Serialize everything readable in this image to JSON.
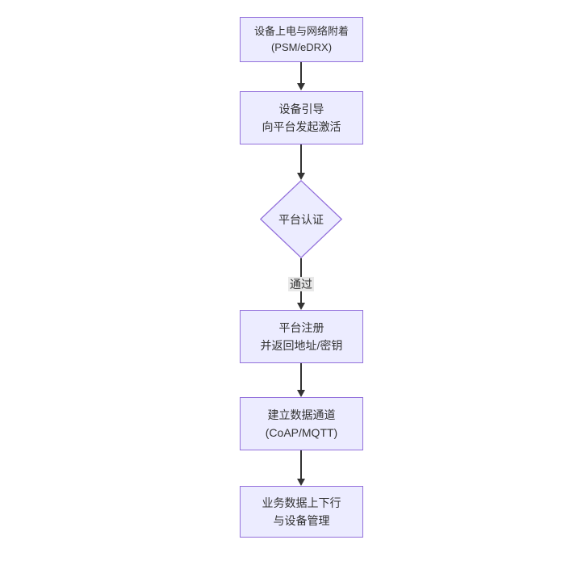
{
  "diagram": {
    "type": "flowchart",
    "direction": "top-to-bottom",
    "nodes": [
      {
        "id": "n1",
        "shape": "rect",
        "lines": [
          "设备上电与网络附着",
          "(PSM/eDRX)"
        ]
      },
      {
        "id": "n2",
        "shape": "rect",
        "lines": [
          "设备引导",
          "向平台发起激活"
        ]
      },
      {
        "id": "n3",
        "shape": "diamond",
        "lines": [
          "平台认证"
        ]
      },
      {
        "id": "n4",
        "shape": "rect",
        "lines": [
          "平台注册",
          "并返回地址/密钥"
        ]
      },
      {
        "id": "n5",
        "shape": "rect",
        "lines": [
          "建立数据通道",
          "(CoAP/MQTT)"
        ]
      },
      {
        "id": "n6",
        "shape": "rect",
        "lines": [
          "业务数据上下行",
          "与设备管理"
        ]
      }
    ],
    "edges": [
      {
        "from": "n1",
        "to": "n2",
        "label": ""
      },
      {
        "from": "n2",
        "to": "n3",
        "label": ""
      },
      {
        "from": "n3",
        "to": "n4",
        "label": "通过"
      },
      {
        "from": "n4",
        "to": "n5",
        "label": ""
      },
      {
        "from": "n5",
        "to": "n6",
        "label": ""
      }
    ],
    "colors": {
      "node_fill": "#ECECFF",
      "node_border": "#9370DB",
      "text": "#333333",
      "arrow": "#333333",
      "edge_label_bg": "#E8E8E8",
      "background": "#FFFFFF"
    }
  }
}
